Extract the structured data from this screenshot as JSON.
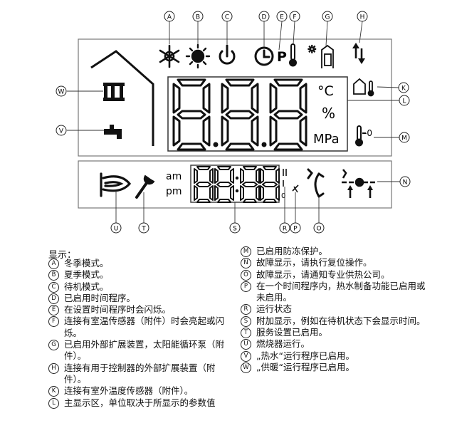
{
  "unit_labels": {
    "celsius": "°C",
    "percent": "%",
    "pressure": "MPa",
    "am": "am",
    "pm": "pm",
    "zero": "-0",
    "small_zero": "0"
  },
  "main_digits": [
    "8",
    "8",
    "8"
  ],
  "clock_digits": [
    "8",
    "8",
    "8",
    "8"
  ],
  "callouts": [
    "A",
    "B",
    "C",
    "D",
    "E",
    "F",
    "G",
    "H",
    "K",
    "L",
    "M",
    "N",
    "O",
    "P",
    "R",
    "S",
    "T",
    "U",
    "V",
    "W"
  ],
  "icons": {
    "snowflake": "snowflake-icon",
    "sun": "sun-icon",
    "power": "power-icon",
    "clock": "clock-icon",
    "thermometer": "thermometer-icon",
    "solar": "solar-extension-icon",
    "exchange": "exchange-arrows-icon",
    "house": "house-icon",
    "radiator": "radiator-icon",
    "tap": "tap-icon",
    "burner": "burner-icon",
    "wrench": "wrench-icon",
    "phone": "phone-icon",
    "pipe": "pipe-valve-icon",
    "fan": "fan-icon"
  },
  "legend": {
    "title": "显示：",
    "left": [
      {
        "key": "A",
        "text": "冬季模式。"
      },
      {
        "key": "B",
        "text": "夏季模式。"
      },
      {
        "key": "C",
        "text": "待机模式。"
      },
      {
        "key": "D",
        "text": "已启用时间程序。"
      },
      {
        "key": "E",
        "text": "在设置时间程序时会闪烁。"
      },
      {
        "key": "F",
        "text": "连接有室温传感器（附件）时会亮起或闪烁。"
      },
      {
        "key": "G",
        "text": "已启用外部扩展装置，太阳能循环泵（附件）。"
      },
      {
        "key": "H",
        "text": "连接有用于控制器的外部扩展装置（附件）。"
      },
      {
        "key": "K",
        "text": "连接有室外温度传感器（附件）。"
      },
      {
        "key": "L",
        "text": "主显示区，单位取决于所显示的参数值"
      }
    ],
    "right": [
      {
        "key": "M",
        "text": "已启用防冻保护。"
      },
      {
        "key": "N",
        "text": "故障显示，请执行复位操作。"
      },
      {
        "key": "O",
        "text": "故障显示，请通知专业供热公司。"
      },
      {
        "key": "P",
        "text": "在一个时间程序内，热水制备功能已启用或未启用。"
      },
      {
        "key": "R",
        "text": "运行状态"
      },
      {
        "key": "S",
        "text": "附加显示，例如在待机状态下会显示时间。"
      },
      {
        "key": "T",
        "text": "服务设置已启用。"
      },
      {
        "key": "U",
        "text": "燃烧器运行。"
      },
      {
        "key": "V",
        "text": "„热水“运行程序已启用。"
      },
      {
        "key": "W",
        "text": "„供暖“运行程序已启用。"
      }
    ]
  }
}
